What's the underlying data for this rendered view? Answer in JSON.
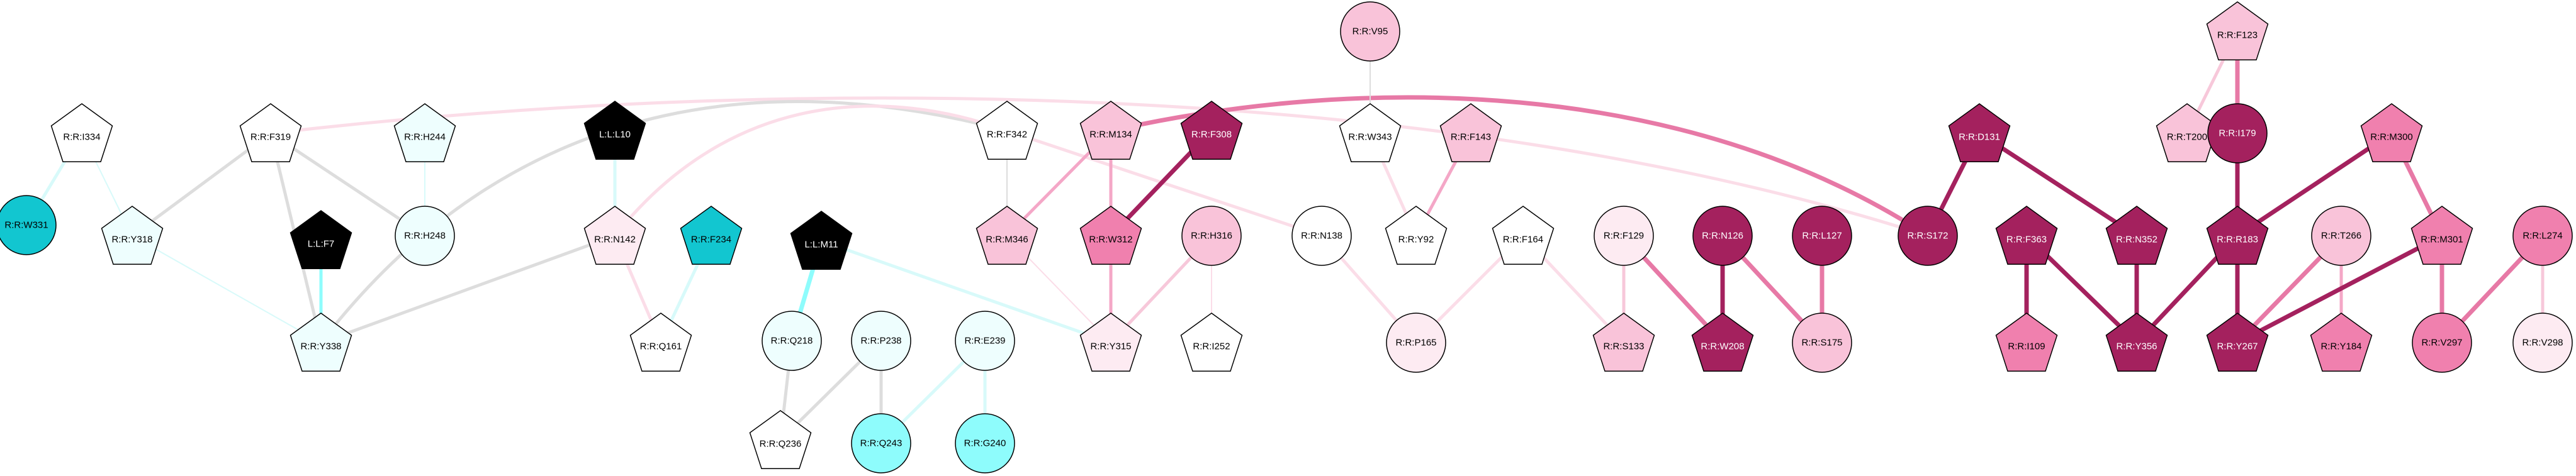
{
  "colors": {
    "white": "#ffffff",
    "mint": "#eefefe",
    "aqua": "#8efcfc",
    "teal": "#12c6d0",
    "black": "#000000",
    "blush": "#fdebf2",
    "pink": "#f9c3d9",
    "rose": "#f080ae",
    "magenta": "#a4215e",
    "grey": "#dddddd"
  },
  "nodes": [
    {
      "id": "I334",
      "label": "R:R:I334",
      "shape": "pentagon",
      "color": "white"
    },
    {
      "id": "W331",
      "label": "R:R:W331",
      "shape": "circle",
      "color": "teal"
    },
    {
      "id": "Y318",
      "label": "R:R:Y318",
      "shape": "pentagon",
      "color": "mint"
    },
    {
      "id": "F319",
      "label": "R:R:F319",
      "shape": "pentagon",
      "color": "white"
    },
    {
      "id": "F7",
      "label": "L:L:F7",
      "shape": "pentagon",
      "color": "black"
    },
    {
      "id": "Y338",
      "label": "R:R:Y338",
      "shape": "pentagon",
      "color": "mint"
    },
    {
      "id": "H244",
      "label": "R:R:H244",
      "shape": "pentagon",
      "color": "mint"
    },
    {
      "id": "H248",
      "label": "R:R:H248",
      "shape": "circle",
      "color": "mint"
    },
    {
      "id": "L10",
      "label": "L:L:L10",
      "shape": "pentagon",
      "color": "black"
    },
    {
      "id": "N142",
      "label": "R:R:N142",
      "shape": "pentagon",
      "color": "blush"
    },
    {
      "id": "Q161",
      "label": "R:R:Q161",
      "shape": "pentagon",
      "color": "white"
    },
    {
      "id": "F234",
      "label": "R:R:F234",
      "shape": "pentagon",
      "color": "teal"
    },
    {
      "id": "M11",
      "label": "L:L:M11",
      "shape": "pentagon",
      "color": "black"
    },
    {
      "id": "Q218",
      "label": "R:R:Q218",
      "shape": "circle",
      "color": "mint"
    },
    {
      "id": "Q236",
      "label": "R:R:Q236",
      "shape": "pentagon",
      "color": "white"
    },
    {
      "id": "P238",
      "label": "R:R:P238",
      "shape": "circle",
      "color": "mint"
    },
    {
      "id": "Q243",
      "label": "R:R:Q243",
      "shape": "circle",
      "color": "aqua"
    },
    {
      "id": "E239",
      "label": "R:R:E239",
      "shape": "circle",
      "color": "mint"
    },
    {
      "id": "G240",
      "label": "R:R:G240",
      "shape": "circle",
      "color": "aqua"
    },
    {
      "id": "F342",
      "label": "R:R:F342",
      "shape": "pentagon",
      "color": "white"
    },
    {
      "id": "M134",
      "label": "R:R:M134",
      "shape": "pentagon",
      "color": "pink"
    },
    {
      "id": "F308",
      "label": "R:R:F308",
      "shape": "pentagon",
      "color": "magenta"
    },
    {
      "id": "M346",
      "label": "R:R:M346",
      "shape": "pentagon",
      "color": "pink"
    },
    {
      "id": "W312",
      "label": "R:R:W312",
      "shape": "pentagon",
      "color": "rose"
    },
    {
      "id": "H316",
      "label": "R:R:H316",
      "shape": "circle",
      "color": "pink"
    },
    {
      "id": "N138",
      "label": "R:R:N138",
      "shape": "circle",
      "color": "white"
    },
    {
      "id": "Y315",
      "label": "R:R:Y315",
      "shape": "pentagon",
      "color": "blush"
    },
    {
      "id": "I252",
      "label": "R:R:I252",
      "shape": "pentagon",
      "color": "white"
    },
    {
      "id": "V95",
      "label": "R:R:V95",
      "shape": "circle",
      "color": "pink"
    },
    {
      "id": "W343",
      "label": "R:R:W343",
      "shape": "pentagon",
      "color": "white"
    },
    {
      "id": "F143",
      "label": "R:R:F143",
      "shape": "pentagon",
      "color": "pink"
    },
    {
      "id": "Y92",
      "label": "R:R:Y92",
      "shape": "pentagon",
      "color": "white"
    },
    {
      "id": "F164",
      "label": "R:R:F164",
      "shape": "pentagon",
      "color": "white"
    },
    {
      "id": "P165",
      "label": "R:R:P165",
      "shape": "circle",
      "color": "blush"
    },
    {
      "id": "F129",
      "label": "R:R:F129",
      "shape": "circle",
      "color": "blush"
    },
    {
      "id": "S133",
      "label": "R:R:S133",
      "shape": "pentagon",
      "color": "pink"
    },
    {
      "id": "N126",
      "label": "R:R:N126",
      "shape": "circle",
      "color": "magenta"
    },
    {
      "id": "W208",
      "label": "R:R:W208",
      "shape": "pentagon",
      "color": "magenta"
    },
    {
      "id": "L127",
      "label": "R:R:L127",
      "shape": "circle",
      "color": "magenta"
    },
    {
      "id": "S175",
      "label": "R:R:S175",
      "shape": "circle",
      "color": "pink"
    },
    {
      "id": "S172",
      "label": "R:R:S172",
      "shape": "circle",
      "color": "magenta"
    },
    {
      "id": "D131",
      "label": "R:R:D131",
      "shape": "pentagon",
      "color": "magenta"
    },
    {
      "id": "F363",
      "label": "R:R:F363",
      "shape": "pentagon",
      "color": "magenta"
    },
    {
      "id": "I109",
      "label": "R:R:I109",
      "shape": "pentagon",
      "color": "rose"
    },
    {
      "id": "N352",
      "label": "R:R:N352",
      "shape": "pentagon",
      "color": "magenta"
    },
    {
      "id": "Y356",
      "label": "R:R:Y356",
      "shape": "pentagon",
      "color": "magenta"
    },
    {
      "id": "F123",
      "label": "R:R:F123",
      "shape": "pentagon",
      "color": "pink"
    },
    {
      "id": "T200",
      "label": "R:R:T200",
      "shape": "pentagon",
      "color": "pink"
    },
    {
      "id": "I179",
      "label": "R:R:I179",
      "shape": "circle",
      "color": "magenta"
    },
    {
      "id": "R183",
      "label": "R:R:R183",
      "shape": "pentagon",
      "color": "magenta"
    },
    {
      "id": "Y267",
      "label": "R:R:Y267",
      "shape": "pentagon",
      "color": "magenta"
    },
    {
      "id": "T266",
      "label": "R:R:T266",
      "shape": "circle",
      "color": "pink"
    },
    {
      "id": "Y184",
      "label": "R:R:Y184",
      "shape": "pentagon",
      "color": "rose"
    },
    {
      "id": "M300",
      "label": "R:R:M300",
      "shape": "pentagon",
      "color": "rose"
    },
    {
      "id": "M301",
      "label": "R:R:M301",
      "shape": "pentagon",
      "color": "rose"
    },
    {
      "id": "V297",
      "label": "R:R:V297",
      "shape": "circle",
      "color": "rose"
    },
    {
      "id": "L274",
      "label": "R:R:L274",
      "shape": "circle",
      "color": "rose"
    },
    {
      "id": "V298",
      "label": "R:R:V298",
      "shape": "circle",
      "color": "blush"
    }
  ],
  "edges": [
    {
      "from": "I334",
      "to": "W331",
      "color": "#d8fafa",
      "weight": "medium"
    },
    {
      "from": "I334",
      "to": "Y318",
      "color": "#d8fafa",
      "weight": "thin"
    },
    {
      "from": "Y318",
      "to": "Y338",
      "color": "#d8fafa",
      "weight": "thin"
    },
    {
      "from": "F319",
      "to": "Y318",
      "color": "#dddddd",
      "weight": "medium"
    },
    {
      "from": "F319",
      "to": "Y338",
      "color": "#dddddd",
      "weight": "medium"
    },
    {
      "from": "F319",
      "to": "H248",
      "color": "#dddddd",
      "weight": "medium"
    },
    {
      "from": "F319",
      "to": "S172",
      "color": "#fbdde8",
      "weight": "medium"
    },
    {
      "from": "F7",
      "to": "Y338",
      "color": "#8efcfc",
      "weight": "medium"
    },
    {
      "from": "H244",
      "to": "H248",
      "color": "#d8fafa",
      "weight": "thin"
    },
    {
      "from": "L10",
      "to": "N142",
      "color": "#d8fafa",
      "weight": "medium"
    },
    {
      "from": "N142",
      "to": "Y338",
      "color": "#dddddd",
      "weight": "medium"
    },
    {
      "from": "N142",
      "to": "Q161",
      "color": "#fbdde8",
      "weight": "medium"
    },
    {
      "from": "F234",
      "to": "Q161",
      "color": "#d8fafa",
      "weight": "medium"
    },
    {
      "from": "F342",
      "to": "Y338",
      "color": "#dddddd",
      "weight": "medium"
    },
    {
      "from": "F342",
      "to": "N142",
      "color": "#fbdde8",
      "weight": "medium"
    },
    {
      "from": "F342",
      "to": "M346",
      "color": "#dddddd",
      "weight": "thin"
    },
    {
      "from": "F342",
      "to": "N138",
      "color": "#fbdde8",
      "weight": "medium"
    },
    {
      "from": "M11",
      "to": "Q218",
      "color": "#8efcfc",
      "weight": "thick"
    },
    {
      "from": "M11",
      "to": "Y315",
      "color": "#d8fafa",
      "weight": "medium"
    },
    {
      "from": "Q218",
      "to": "Q236",
      "color": "#dddddd",
      "weight": "medium"
    },
    {
      "from": "P238",
      "to": "Q236",
      "color": "#dddddd",
      "weight": "medium"
    },
    {
      "from": "P238",
      "to": "Q243",
      "color": "#dddddd",
      "weight": "medium"
    },
    {
      "from": "E239",
      "to": "Q243",
      "color": "#d8fafa",
      "weight": "medium"
    },
    {
      "from": "E239",
      "to": "G240",
      "color": "#d8fafa",
      "weight": "medium"
    },
    {
      "from": "M134",
      "to": "M346",
      "color": "#f4a7c7",
      "weight": "medium"
    },
    {
      "from": "M134",
      "to": "W312",
      "color": "#f4a7c7",
      "weight": "medium"
    },
    {
      "from": "M134",
      "to": "S172",
      "color": "#e779a6",
      "weight": "thick"
    },
    {
      "from": "F308",
      "to": "W312",
      "color": "#a4215e",
      "weight": "thick"
    },
    {
      "from": "W312",
      "to": "Y315",
      "color": "#f4a7c7",
      "weight": "medium"
    },
    {
      "from": "H316",
      "to": "Y315",
      "color": "#f7c8da",
      "weight": "medium"
    },
    {
      "from": "H316",
      "to": "I252",
      "color": "#fbdde8",
      "weight": "thin"
    },
    {
      "from": "M346",
      "to": "Y315",
      "color": "#fbdde8",
      "weight": "thin"
    },
    {
      "from": "V95",
      "to": "W343",
      "color": "#dddddd",
      "weight": "thin"
    },
    {
      "from": "W343",
      "to": "Y92",
      "color": "#fbdde8",
      "weight": "medium"
    },
    {
      "from": "F143",
      "to": "Y92",
      "color": "#f4a7c7",
      "weight": "medium"
    },
    {
      "from": "N138",
      "to": "P165",
      "color": "#fbdde8",
      "weight": "medium"
    },
    {
      "from": "F164",
      "to": "P165",
      "color": "#fbdde8",
      "weight": "medium"
    },
    {
      "from": "F164",
      "to": "S133",
      "color": "#fbdde8",
      "weight": "medium"
    },
    {
      "from": "F129",
      "to": "S133",
      "color": "#f7c8da",
      "weight": "medium"
    },
    {
      "from": "F129",
      "to": "W208",
      "color": "#e779a6",
      "weight": "thick"
    },
    {
      "from": "N126",
      "to": "W208",
      "color": "#a4215e",
      "weight": "thick"
    },
    {
      "from": "N126",
      "to": "S175",
      "color": "#e779a6",
      "weight": "thick"
    },
    {
      "from": "L127",
      "to": "S175",
      "color": "#e779a6",
      "weight": "thick"
    },
    {
      "from": "D131",
      "to": "S172",
      "color": "#a4215e",
      "weight": "thick"
    },
    {
      "from": "D131",
      "to": "N352",
      "color": "#a4215e",
      "weight": "thick"
    },
    {
      "from": "F363",
      "to": "I109",
      "color": "#a4215e",
      "weight": "thick"
    },
    {
      "from": "F363",
      "to": "Y356",
      "color": "#a4215e",
      "weight": "thick"
    },
    {
      "from": "N352",
      "to": "Y356",
      "color": "#a4215e",
      "weight": "thick"
    },
    {
      "from": "F123",
      "to": "T200",
      "color": "#f7c8da",
      "weight": "medium"
    },
    {
      "from": "F123",
      "to": "I179",
      "color": "#e779a6",
      "weight": "thick"
    },
    {
      "from": "I179",
      "to": "R183",
      "color": "#a4215e",
      "weight": "thick"
    },
    {
      "from": "M300",
      "to": "R183",
      "color": "#a4215e",
      "weight": "thick"
    },
    {
      "from": "M300",
      "to": "M301",
      "color": "#e779a6",
      "weight": "thick"
    },
    {
      "from": "R183",
      "to": "Y356",
      "color": "#a4215e",
      "weight": "thick"
    },
    {
      "from": "R183",
      "to": "Y267",
      "color": "#a4215e",
      "weight": "thick"
    },
    {
      "from": "T266",
      "to": "Y267",
      "color": "#e779a6",
      "weight": "thick"
    },
    {
      "from": "T266",
      "to": "Y184",
      "color": "#f4a7c7",
      "weight": "medium"
    },
    {
      "from": "M301",
      "to": "Y267",
      "color": "#a4215e",
      "weight": "thick"
    },
    {
      "from": "M301",
      "to": "V297",
      "color": "#e779a6",
      "weight": "thick"
    },
    {
      "from": "L274",
      "to": "V297",
      "color": "#e779a6",
      "weight": "thick"
    },
    {
      "from": "L274",
      "to": "V298",
      "color": "#f7c8da",
      "weight": "medium"
    }
  ]
}
